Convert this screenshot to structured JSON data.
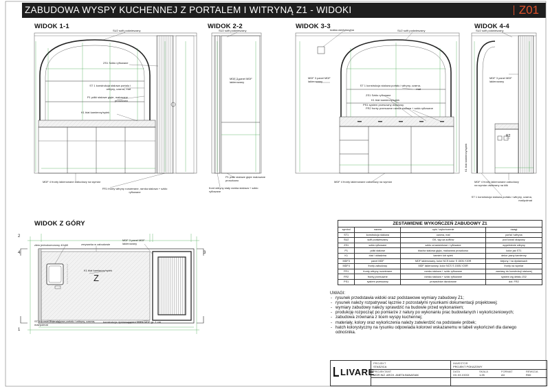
{
  "header": {
    "title": "ZABUDOWA WYSPY KUCHENNEJ Z PORTALEM I WITRYNĄ Z1 - WIDOKI",
    "code": "Z01"
  },
  "views": {
    "v11": {
      "title": "WIDOK 1-1",
      "notes": {
        "su2": "SU2 sufit podwieszany",
        "zs1": "ZS1 Szkło ryflowane",
        "st1": "ST 1 konstrukcja stalowa portalu i witryny, czarna, mat",
        "p1": "P1 półki stalowe gięte, malowane proszkowo",
        "k1": "K1 blat kamienny/spiek",
        "mdf4": "MDF 4 fronty lakierowane zabudowy na wymiar",
        "fr1": "FR1 fronty witryny rozwierane, ramka stalowa + szkło ryflowane"
      }
    },
    "v22": {
      "title": "WIDOK 2-2",
      "notes": {
        "su2": "SU2 sufit podwieszany",
        "mdf3": "MDF 3 panel MDF lakierowany",
        "p1": "P1 półki stalowe gięte malowane proszkowo",
        "front": "front witryny stały ramka stalowa + szkło ryflowane"
      }
    },
    "v33": {
      "title": "WIDOK 3-3",
      "notes": {
        "kratka": "kratka wentylacyjna",
        "su2": "SU2 sufit podwieszany",
        "mdf3": "MDF 3 panel MDF lakierowany",
        "st1": "ST 1 konstrukcja stalowa portalu i witryny, czarna, mat",
        "zs1": "ZS1 Szkło ryflowane",
        "k1": "K1 blat kamienny/spiek",
        "ps1": "PS1 system przesuwny drzwiowy",
        "fr2": "FR2 fronty przesuwne ramka stalowa + szkło ryflowane",
        "mdf4": "MDF 4 fronty lakierowane zabudowy na wymiar"
      }
    },
    "v44": {
      "title": "WIDOK 4-4",
      "notes": {
        "su2": "SU2 sufit podwieszany",
        "mdf3": "MDF 3 panel MDF lakierowany",
        "r2": "R2",
        "k1": "K1 blat kamienny/spiek",
        "mdf4": "MDF 4 fronty lakierowane zabudowy na wymiar otwierany na klik",
        "st1": "ST 1 konstrukcja stalowa portalu i witryny, czarna, mat/połmat"
      }
    },
    "top": {
      "title": "WIDOK Z GÓRY",
      "notes": {
        "zlew": "zlew jednokomorowy 40x60",
        "zmyw": "zmywarka w zabudowie",
        "mdf3": "MDF 3 panel MDF lakierowany",
        "k1": "K1 blat kamienny/spiek",
        "z": "Z",
        "st1": "ST 1 konstrukcja stalowa portalu i witryny, czarna, mat/połmat",
        "konstr": "konstrukcja dystansująca z listew MDF gr. 1 cm",
        "num1": "1",
        "num2": "2",
        "num3": "3",
        "num4": "4"
      }
    }
  },
  "schedule": {
    "caption": "ZESTAWIENIE WYKOŃCZEŃ ZABUDOWY Z1",
    "headers": [
      "symbol",
      "nazwa",
      "opis / wykończenie",
      "uwagi"
    ],
    "rows": [
      [
        "ST1",
        "konstrukcja stalowa",
        "czarna, mat",
        "portal i witryna"
      ],
      [
        "SU2",
        "sufit podwieszany",
        "GK, wg rys.sufitów",
        "pod kanał okapowy"
      ],
      [
        "ZS1",
        "szkło ryflowane",
        "szkło ornamentowe / ryflowane",
        "wypełnienie witryny"
      ],
      [
        "P1",
        "półki stalowe",
        "blacha stalowa gięta, malowana proszkowo",
        "kolor jak ST1"
      ],
      [
        "K1",
        "blat / okładzina",
        "kamień lub spiek",
        "dekor jasny kamienny"
      ],
      [
        "MDF3",
        "panel MDF",
        "MDF lakierowany, kolor NCS kolor S 1505-Y20R",
        "klejony / na dystansach"
      ],
      [
        "MDF4",
        "fronty zabudowy",
        "MDF lakierowany, kolor NCS S 1505-Y20R",
        "fronty na wymiar"
      ],
      [
        "FR1",
        "fronty witryny rozwierane",
        "ramka stalowa + szkło ryflowane",
        "zawiasy do konstrukcji stalowej"
      ],
      [
        "FR2",
        "fronty przesuwne",
        "ramka stalowa + szkło ryflowane",
        "system wg detalu Z02"
      ],
      [
        "PS1",
        "system przesuwny",
        "prowadnice dwutorowe",
        "dot. FR2"
      ]
    ]
  },
  "remarks": {
    "heading": "UWAGI:",
    "items": [
      "rysunek przedstawia widoki oraz podstawowe wymiary zabudowy Z1;",
      "rysunek należy rozpatrywać łącznie z pozostałymi rysunkami dokumentacji projektowej;",
      "wymiary zabudowy należy sprawdzić na budowie przed wykonaniem;",
      "produkcję rozpocząć po pomiarze z natury po wykonaniu prac budowlanych i wykończeniowych;",
      "zabudowa zrównana z licem wyspy kuchennej;",
      "materiały, kolory oraz wykończenia należy zatwierdzić na podstawie próbek;",
      "hatch kolorystyczny na rysunku odpowiada kolorowi wskazanemu w tabeli wykończeń dla danego odnośnika."
    ]
  },
  "titleblock": {
    "logo": "LIVARE",
    "projekt_label": "PROJEKT",
    "projekt_value": "STASZICA",
    "inwestor_label": "INWESTOR",
    "inwestor_value": "PROJEKT POKAZOWY",
    "projektant_label": "PROJEKTANT",
    "projektant_value": "MGR INŻ. ARCH. ANETA BANASIAK",
    "data_label": "DATA",
    "data_value": "XX.XX.XXXX",
    "skala_label": "SKALA",
    "skala_value": "1:25",
    "format_label": "FORMAT",
    "format_value": "A3",
    "rewizja_label": "REWIZJA",
    "rewizja_value": "R00"
  },
  "colors": {
    "header_bg": "#1e1e1e",
    "accent": "#e0512b",
    "dimension": "#2e9b3a",
    "line": "#333333",
    "hatch": "#c9c9c9"
  }
}
